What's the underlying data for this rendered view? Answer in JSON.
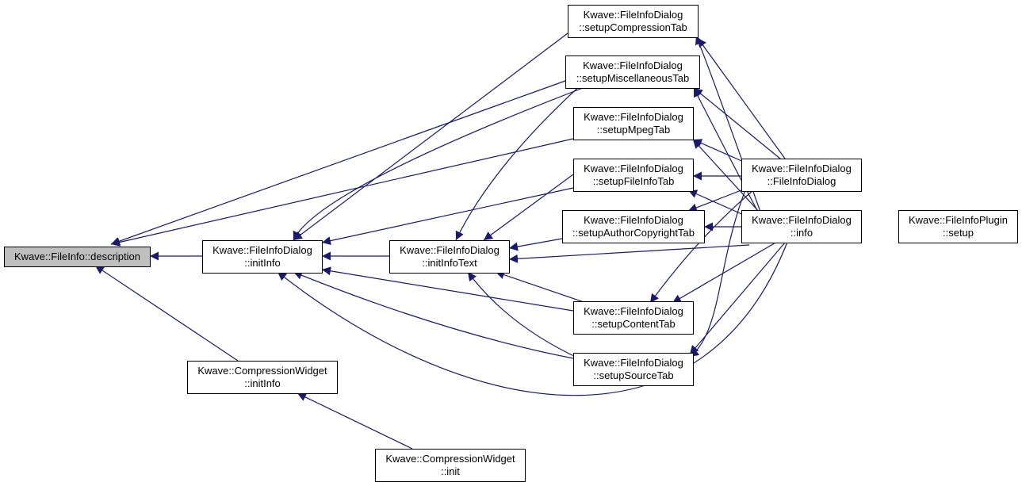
{
  "diagram": {
    "type": "call-graph",
    "edge_color": "#191970",
    "root_fill": "#bfbfbf",
    "nodes": [
      {
        "id": "description",
        "lines": [
          "Kwave::FileInfo::description"
        ],
        "root": true
      },
      {
        "id": "initInfo",
        "lines": [
          "Kwave::FileInfoDialog",
          "::initInfo"
        ]
      },
      {
        "id": "cw_initInfo",
        "lines": [
          "Kwave::CompressionWidget",
          "::initInfo"
        ]
      },
      {
        "id": "cw_init",
        "lines": [
          "Kwave::CompressionWidget",
          "::init"
        ]
      },
      {
        "id": "initInfoText",
        "lines": [
          "Kwave::FileInfoDialog",
          "::initInfoText"
        ]
      },
      {
        "id": "compressionTab",
        "lines": [
          "Kwave::FileInfoDialog",
          "::setupCompressionTab"
        ]
      },
      {
        "id": "miscTab",
        "lines": [
          "Kwave::FileInfoDialog",
          "::setupMiscellaneousTab"
        ]
      },
      {
        "id": "mpegTab",
        "lines": [
          "Kwave::FileInfoDialog",
          "::setupMpegTab"
        ]
      },
      {
        "id": "fileInfoTab",
        "lines": [
          "Kwave::FileInfoDialog",
          "::setupFileInfoTab"
        ]
      },
      {
        "id": "authorTab",
        "lines": [
          "Kwave::FileInfoDialog",
          "::setupAuthorCopyrightTab"
        ]
      },
      {
        "id": "contentTab",
        "lines": [
          "Kwave::FileInfoDialog",
          "::setupContentTab"
        ]
      },
      {
        "id": "sourceTab",
        "lines": [
          "Kwave::FileInfoDialog",
          "::setupSourceTab"
        ]
      },
      {
        "id": "fileInfoDialog",
        "lines": [
          "Kwave::FileInfoDialog",
          "::FileInfoDialog"
        ]
      },
      {
        "id": "info",
        "lines": [
          "Kwave::FileInfoDialog",
          "::info"
        ]
      },
      {
        "id": "pluginSetup",
        "lines": [
          "Kwave::FileInfoPlugin",
          "::setup"
        ]
      }
    ],
    "edges": [
      {
        "from": "initInfo",
        "to": "description"
      },
      {
        "from": "cw_initInfo",
        "to": "description"
      },
      {
        "from": "compressionTab",
        "to": "initInfo"
      },
      {
        "from": "miscTab",
        "to": "initInfo"
      },
      {
        "from": "miscTab",
        "to": "description"
      },
      {
        "from": "mpegTab",
        "to": "description"
      },
      {
        "from": "fileInfoTab",
        "to": "initInfo"
      },
      {
        "from": "initInfoText",
        "to": "initInfo"
      },
      {
        "from": "contentTab",
        "to": "initInfo"
      },
      {
        "from": "sourceTab",
        "to": "initInfo"
      },
      {
        "from": "info",
        "to": "initInfo"
      },
      {
        "from": "cw_init",
        "to": "cw_initInfo"
      },
      {
        "from": "miscTab",
        "to": "initInfoText"
      },
      {
        "from": "fileInfoTab",
        "to": "initInfoText"
      },
      {
        "from": "authorTab",
        "to": "initInfoText"
      },
      {
        "from": "info",
        "to": "initInfoText"
      },
      {
        "from": "contentTab",
        "to": "initInfoText"
      },
      {
        "from": "sourceTab",
        "to": "initInfoText"
      },
      {
        "from": "fileInfoDialog",
        "to": "compressionTab"
      },
      {
        "from": "info",
        "to": "compressionTab"
      },
      {
        "from": "fileInfoDialog",
        "to": "miscTab"
      },
      {
        "from": "info",
        "to": "miscTab"
      },
      {
        "from": "fileInfoDialog",
        "to": "mpegTab"
      },
      {
        "from": "info",
        "to": "mpegTab"
      },
      {
        "from": "fileInfoDialog",
        "to": "fileInfoTab"
      },
      {
        "from": "info",
        "to": "fileInfoTab"
      },
      {
        "from": "fileInfoDialog",
        "to": "authorTab"
      },
      {
        "from": "info",
        "to": "authorTab"
      },
      {
        "from": "fileInfoDialog",
        "to": "contentTab"
      },
      {
        "from": "info",
        "to": "contentTab"
      },
      {
        "from": "fileInfoDialog",
        "to": "sourceTab"
      },
      {
        "from": "info",
        "to": "sourceTab"
      },
      {
        "from": "pluginSetup",
        "to": "info"
      }
    ]
  }
}
